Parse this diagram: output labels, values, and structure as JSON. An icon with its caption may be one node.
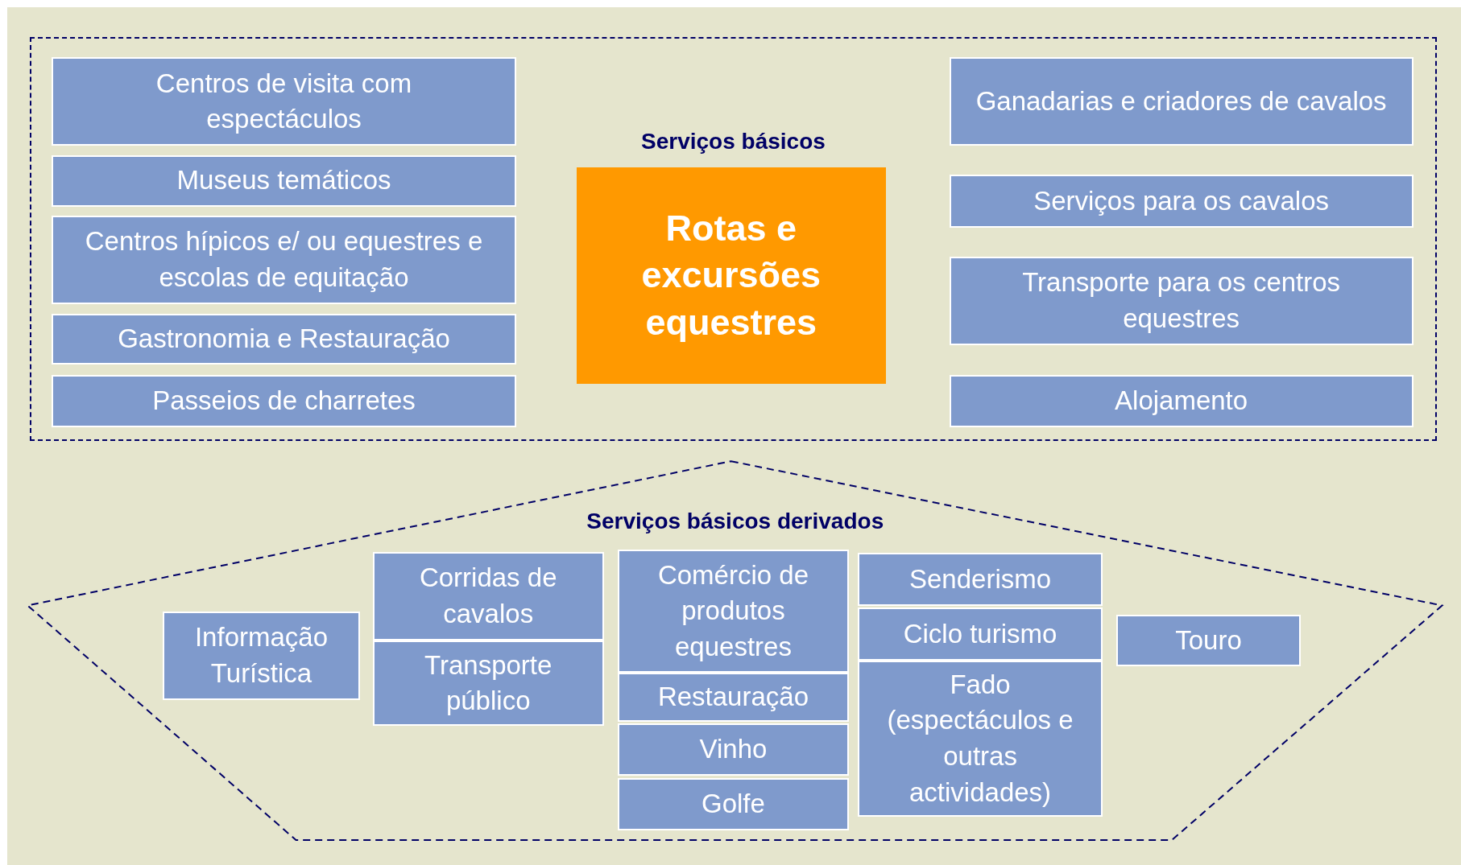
{
  "diagram": {
    "nodes": [
      {
        "text": [
          "Serviços básicos"
        ]
      },
      {
        "text": [
          "Centros de visita com espectáculos"
        ],
        "in": 0
      },
      {
        "text": [
          "Museus temáticos"
        ],
        "in": 0
      },
      {
        "text": [
          "Centros hípicos e/ ou equestres e escolas de equitação"
        ],
        "in": 0
      },
      {
        "text": [
          "Gastronomia e Restauração"
        ],
        "in": 0
      },
      {
        "text": [
          "Passeios de charretes"
        ],
        "in": 0
      },
      {
        "text": [
          "Rotas e excursões equestres"
        ],
        "in": 0
      },
      {
        "text": [
          "Ganadarias e criadores de cavalos"
        ],
        "in": 0
      },
      {
        "text": [
          "Serviços para os cavalos"
        ],
        "in": 0
      },
      {
        "text": [
          "Transporte para os centros equestres"
        ],
        "in": 0
      },
      {
        "text": [
          "Alojamento"
        ],
        "in": 0
      },
      {
        "text": [
          "Serviços básicos derivados"
        ]
      },
      {
        "text": [
          "Informação Turística"
        ],
        "in": 11
      },
      {
        "text": [
          "Corridas de cavalos"
        ],
        "in": 11
      },
      {
        "text": [
          "Transporte público"
        ],
        "in": 11
      },
      {
        "text": [
          "Comércio de produtos equestres"
        ],
        "in": 11
      },
      {
        "text": [
          "Restauração"
        ],
        "in": 11
      },
      {
        "text": [
          "Vinho"
        ],
        "in": 11
      },
      {
        "text": [
          "Golfe"
        ],
        "in": 11
      },
      {
        "text": [
          "Senderismo"
        ],
        "in": 11
      },
      {
        "text": [
          "Ciclo turismo"
        ],
        "in": 11
      },
      {
        "text": [
          "Fado (espectáculos e outras actividades)"
        ],
        "in": 11
      },
      {
        "text": [
          "Touro"
        ],
        "in": 11
      }
    ]
  }
}
